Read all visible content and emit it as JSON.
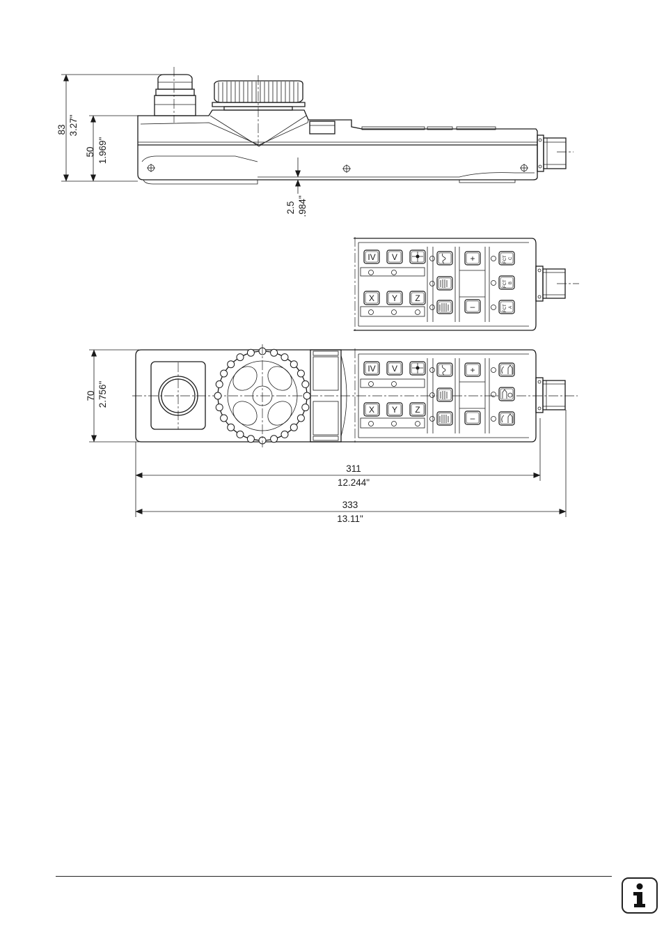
{
  "dimensions": {
    "height_total_mm": "83",
    "height_total_in": "3.27\"",
    "height_body_mm": "50",
    "height_body_in": "1.969\"",
    "base_offset_mm": "2.5",
    "base_offset_in": ".984\"",
    "width_mm": "70",
    "width_in": "2.756\"",
    "length_body_mm": "311",
    "length_body_in": "12.244\"",
    "length_total_mm": "333",
    "length_total_in": "13.11\""
  },
  "keys": {
    "iv": "IV",
    "v": "V",
    "x": "X",
    "y": "Y",
    "z": "Z",
    "plus": "+",
    "minus": "–",
    "fct": "FCT",
    "fct_a": "A",
    "fct_b": "B",
    "fct_c": "C"
  },
  "icons": {
    "rapid": "rapid-traverse-icon",
    "feed": "feed-icon",
    "spindle": "spindle-icon",
    "info": "info-icon"
  },
  "badge": {
    "symbol": "i"
  }
}
